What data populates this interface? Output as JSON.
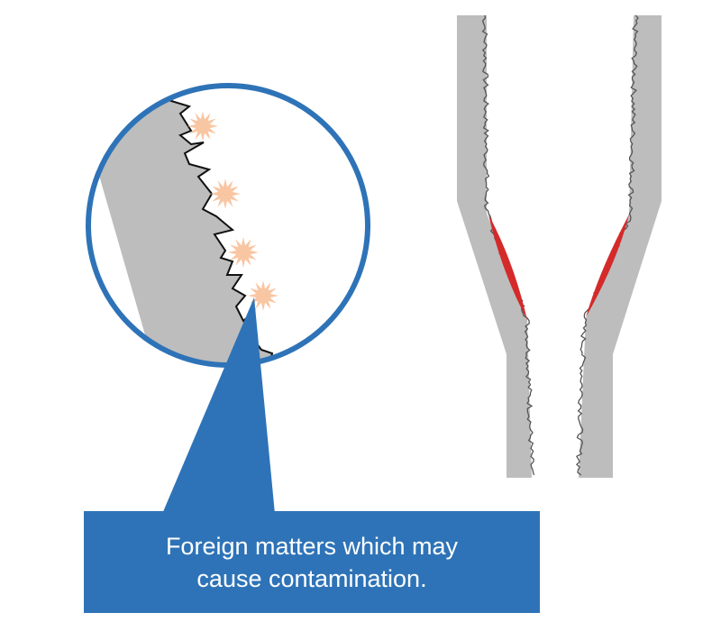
{
  "callout": {
    "line1": "Foreign matters which may",
    "line2": "cause contamination."
  },
  "colors": {
    "blue": "#2e73b7",
    "gray": "#bdbdbd",
    "particle": "#f9c6a3",
    "deposit": "#d42a2a"
  },
  "icons": [
    "magnifier-circle",
    "foreign-particle-burst",
    "pipe-cross-section"
  ]
}
